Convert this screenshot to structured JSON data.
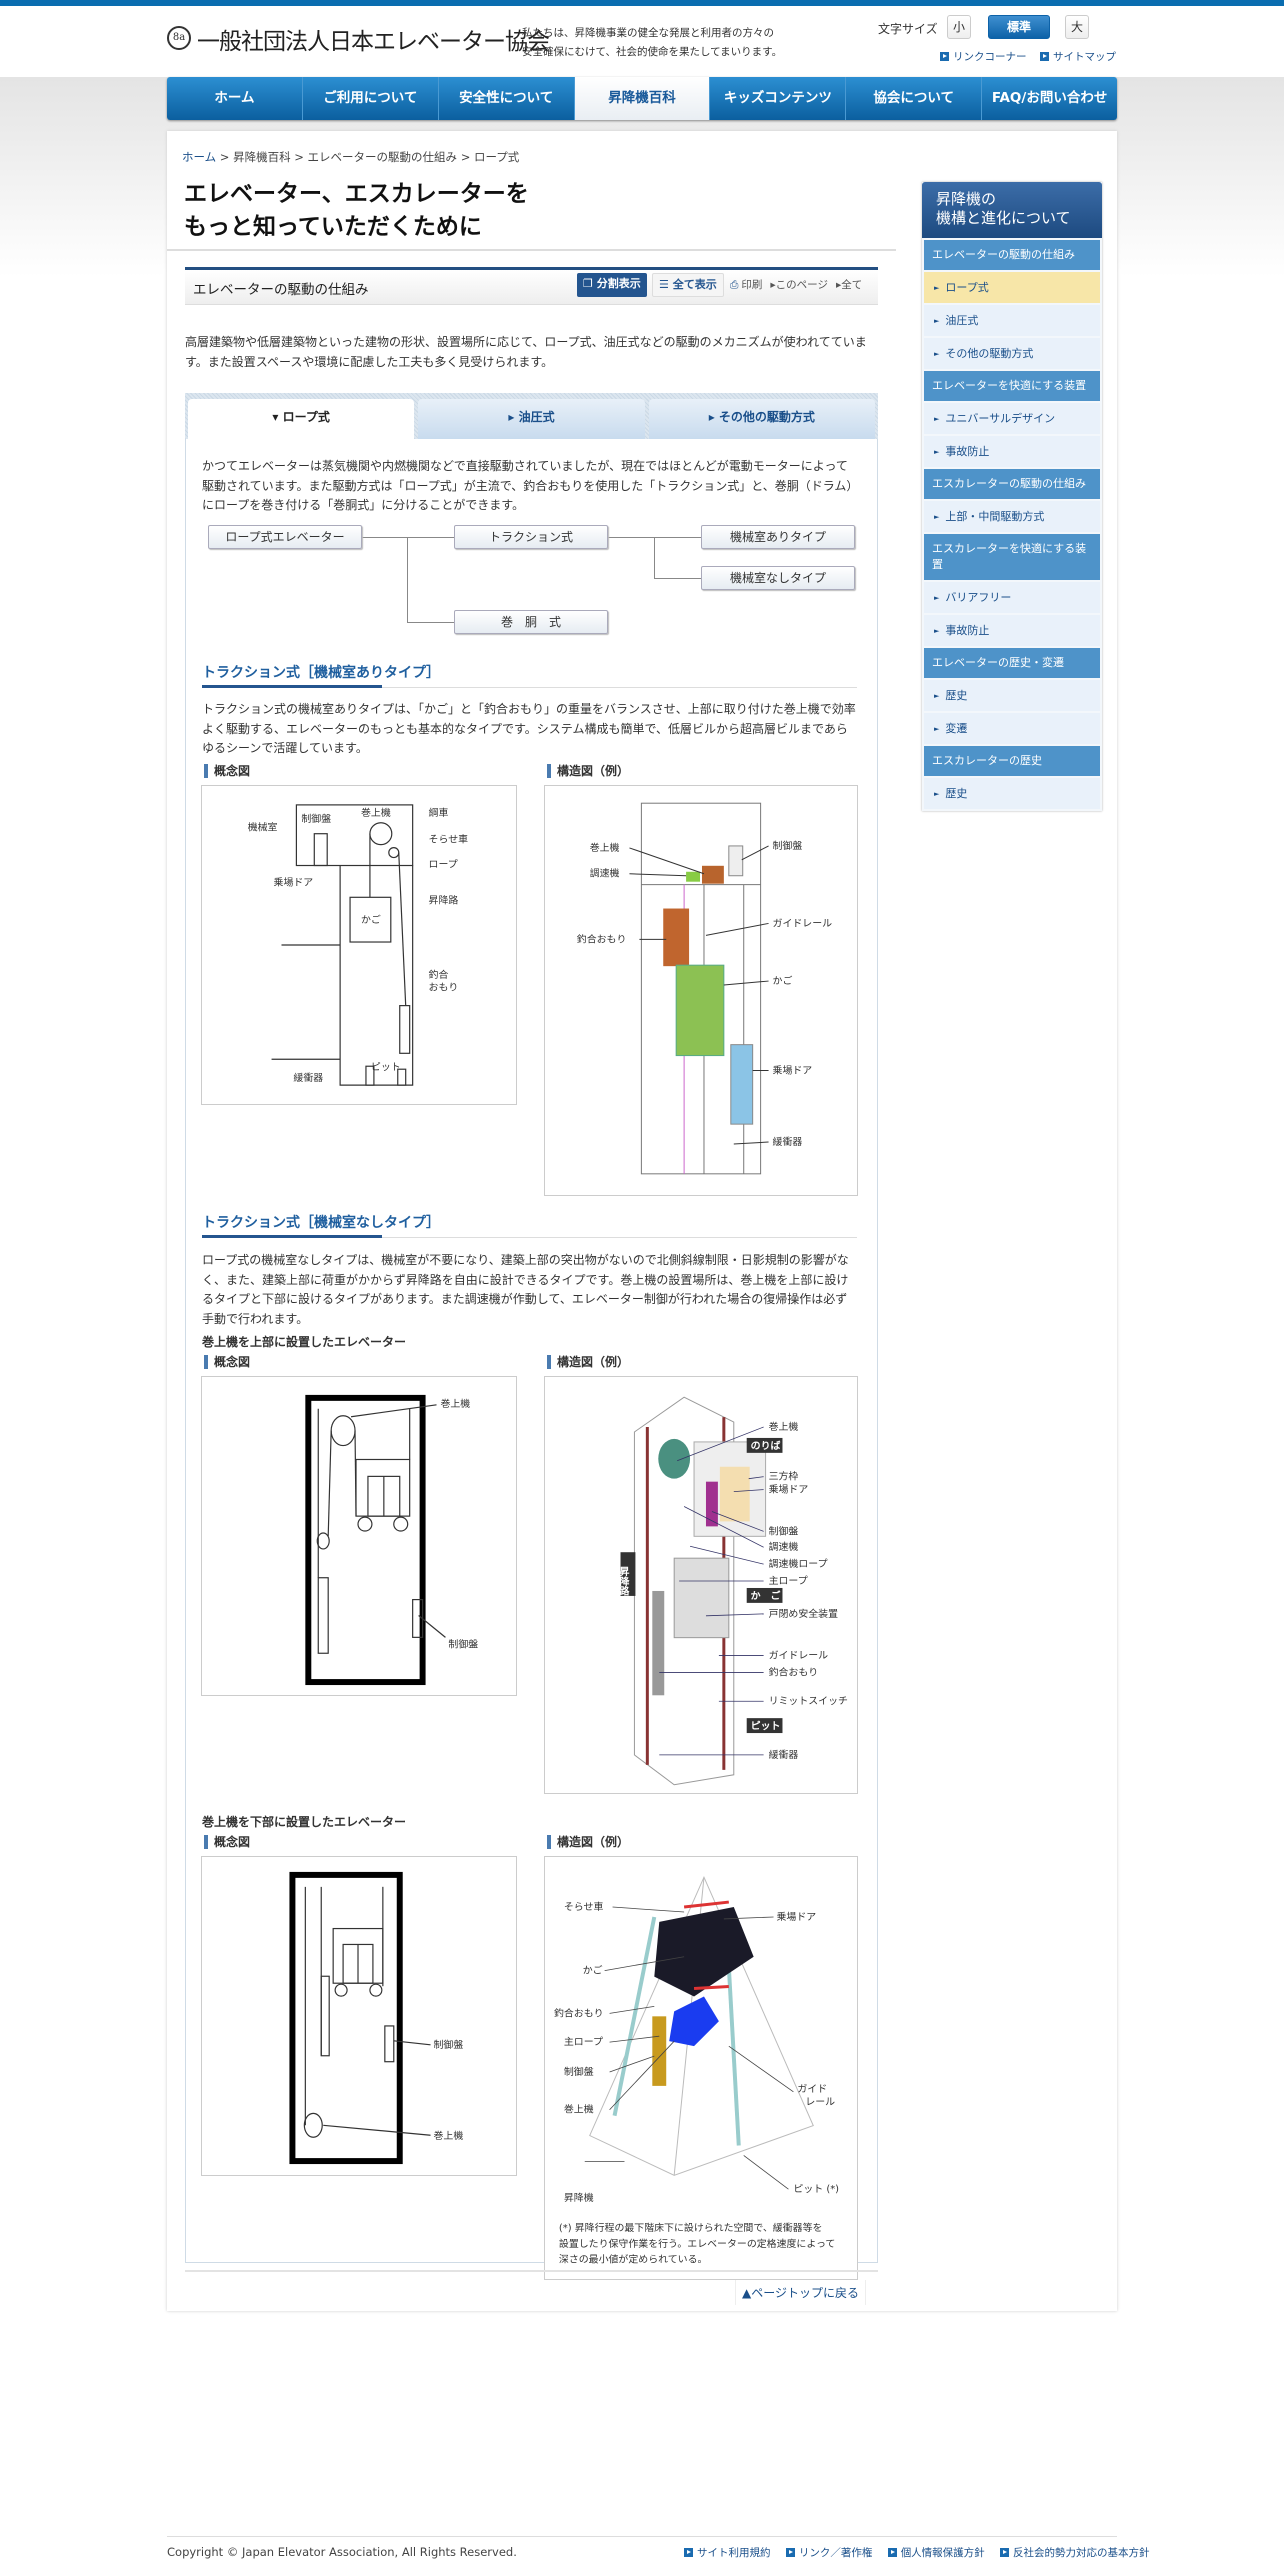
{
  "header": {
    "logo_mark": "8a",
    "logo_text": "一般社団法人日本エレベーター協会",
    "tagline": [
      "私たちは、昇降機事業の健全な発展と利用者の方々の",
      "安全確保にむけて、社会的使命を果たしてまいります。"
    ],
    "font_size_label": "文字サイズ",
    "font_sizes": [
      "小",
      "標準",
      "大"
    ],
    "links": [
      "リンクコーナー",
      "サイトマップ"
    ]
  },
  "nav": [
    "ホーム",
    "ご利用について",
    "安全性について",
    "昇降機百科",
    "キッズコンテンツ",
    "協会について",
    "FAQ/お問い合わせ"
  ],
  "breadcrumb": {
    "home": "ホーム",
    "rest": " > 昇降機百科 > エレベーターの駆動の仕組み > ロープ式"
  },
  "page_title": [
    "エレベーター、エスカレーターを",
    "もっと知っていただくために"
  ],
  "section": {
    "title": "エレベーターの駆動の仕組み",
    "split_view": "分割表示",
    "all_view": "全て表示",
    "print": "印刷",
    "print_page": "▸このページ",
    "print_all": "▸全て"
  },
  "intro": "高層建築物や低層建築物といった建物の形状、設置場所に応じて、ロープ式、油圧式などの駆動のメカニズムが使われてています。また設置スペースや環境に配慮した工夫も多く見受けられます。",
  "tabs": [
    "▾ ロープ式",
    "▸ 油圧式",
    "▸ その他の駆動方式"
  ],
  "tab_text": "かつてエレベーターは蒸気機関や内燃機関などで直接駆動されていましたが、現在ではほとんどが電動モーターによって駆動されています。また駆動方式は「ロープ式」が主流で、釣合おもりを使用した「トラクション式」と、巻胴（ドラム）にロープを巻き付ける「巻胴式」に分けることができます。",
  "tree": {
    "root": "ロープ式エレベーター",
    "traction": "トラクション式",
    "with_room": "機械室ありタイプ",
    "without_room": "機械室なしタイプ",
    "drum": "巻　胴　式"
  },
  "s1": {
    "heading": "トラクション式［機械室ありタイプ］",
    "text": "トラクション式の機械室ありタイプは、「かご」と「釣合おもり」の重量をバランスさせ、上部に取り付けた巻上機で効率よく駆動する、エレベーターのもっとも基本的なタイプです。システム構成も簡単で、低層ビルから超高層ビルまであらゆるシーンで活躍しています。",
    "label_concept": "概念図",
    "label_structure": "構造図（例）",
    "concept": {
      "machine_room": "機械室",
      "control": "制御盤",
      "hoist": "巻上機",
      "sheave": "綱車",
      "deflector": "そらせ車",
      "rope": "ロープ",
      "door": "乗場ドア",
      "shaft": "昇降路",
      "car": "かご",
      "cw1": "釣合",
      "cw2": "おもり",
      "pit": "ピット",
      "buffer": "緩衝器"
    },
    "structure": {
      "hoist": "巻上機",
      "governor": "調速機",
      "control": "制御盤",
      "cw": "釣合おもり",
      "rail": "ガイドレール",
      "car": "かご",
      "door": "乗場ドア",
      "buffer": "緩衝器"
    }
  },
  "s2": {
    "heading": "トラクション式［機械室なしタイプ］",
    "text": "ロープ式の機械室なしタイプは、機械室が不要になり、建築上部の突出物がないので北側斜線制限・日影規制の影響がなく、また、建築上部に荷重がかからず昇降路を自由に設計できるタイプです。巻上機の設置場所は、巻上機を上部に設けるタイプと下部に設けるタイプがあります。また調速機が作動して、エレベーター制御が行われた場合の復帰操作は必ず手動で行われます。",
    "sub_top": "巻上機を上部に設置したエレベーター",
    "sub_bottom": "巻上機を下部に設置したエレベーター",
    "label_concept": "概念図",
    "label_structure": "構造図（例）",
    "top_concept": {
      "hoist": "巻上機",
      "control": "制御盤"
    },
    "top_structure": {
      "hoist": "巻上機",
      "landing": "のりば",
      "frame": "三方枠",
      "door": "乗場ドア",
      "control": "制御盤",
      "governor": "調速機",
      "gov_rope": "調速機ロープ",
      "main_rope": "主ロープ",
      "car": "か　ご",
      "door_safety": "戸閉め安全装置",
      "rail": "ガイドレール",
      "cw": "釣合おもり",
      "limit": "リミットスイッチ",
      "pit": "ピット",
      "buffer": "緩衝器",
      "shaft": "昇降路"
    },
    "bottom_concept": {
      "control": "制御盤",
      "hoist": "巻上機"
    },
    "bottom_structure": {
      "deflector": "そらせ車",
      "door": "乗場ドア",
      "car": "かご",
      "cw": "釣合おもり",
      "main_rope": "主ロープ",
      "control": "制御盤",
      "hoist": "巻上機",
      "rail1": "ガイド",
      "rail2": "レール",
      "pit": "ピット (*)",
      "elevator": "昇降機",
      "note": [
        "(*) 昇降行程の最下階床下に設けられた空間で、緩衝器等を",
        "設置したり保守作業を行う。エレベーターの定格速度によって",
        "深さの最小値が定められている。"
      ]
    }
  },
  "page_top": "▲ページトップに戻る",
  "sidebar": {
    "title": [
      "昇降機の",
      "機構と進化について"
    ],
    "groups": [
      {
        "cat": "エレベーターの駆動の仕組み",
        "items": [
          "ロープ式",
          "油圧式",
          "その他の駆動方式"
        ]
      },
      {
        "cat": "エレベーターを快適にする装置",
        "items": [
          "ユニバーサルデザイン",
          "事故防止"
        ]
      },
      {
        "cat": "エスカレーターの駆動の仕組み",
        "items": [
          "上部・中間駆動方式"
        ]
      },
      {
        "cat": "エスカレーターを快適にする装置",
        "items": [
          "バリアフリー",
          "事故防止"
        ]
      },
      {
        "cat": "エレベーターの歴史・変遷",
        "items": [
          "歴史",
          "変遷"
        ]
      },
      {
        "cat": "エスカレーターの歴史",
        "items": [
          "歴史"
        ]
      }
    ]
  },
  "footer": {
    "copyright": "Copyright © Japan Elevator Association, All Rights Reserved.",
    "links": [
      "サイト利用規約",
      "リンク／著作権",
      "個人情報保護方針",
      "反社会的勢力対応の基本方針"
    ]
  },
  "colors": {
    "brand": "#0a6db0",
    "nav": "#1a78bd",
    "accent_dark": "#24558f",
    "sidebar_cat": "#4e93c9",
    "active_item": "#f7e6a8"
  }
}
